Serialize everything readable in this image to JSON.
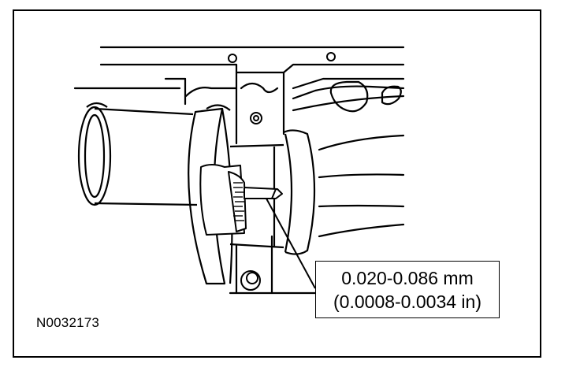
{
  "callout": {
    "line1": "0.020-0.086 mm",
    "line2": "(0.0008-0.0034 in)"
  },
  "figure_id": "N0032173"
}
